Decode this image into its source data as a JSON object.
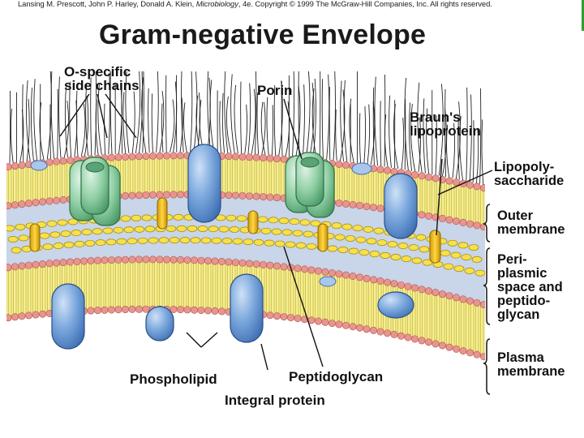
{
  "credit": {
    "authors": "Lansing M. Prescott, John P. Harley, Donald A. Klein, ",
    "book": "Microbiology",
    "rest": ", 4e. Copyright © 1999 The McGraw-Hill Companies, Inc.  All rights reserved."
  },
  "title": "Gram-negative Envelope",
  "labels": {
    "o_specific": "O-specific\nside chains",
    "porin": "Porin",
    "brauns": "Braun's\nlipoprotein",
    "lipopoly": "Lipopoly-\nsaccharide",
    "outer": "Outer\nmembrane",
    "peri": "Peri-\nplasmic\nspace and\npeptido-\nglycan",
    "plasma": "Plasma\nmembrane",
    "phospholipid": "Phospholipid",
    "peptidoglycan": "Peptidoglycan",
    "integral": "Integral protein"
  },
  "colors": {
    "head_pink": "#e8948f",
    "tail_yellow": "#f3ea78",
    "periplasm": "#c7d3e6",
    "peptidoglycan": "#f7e04a",
    "protein_blue": "#6f9fd8",
    "porin_green": "#7fc89a",
    "lipoprotein": "#f0c020",
    "chains": "#222222"
  }
}
